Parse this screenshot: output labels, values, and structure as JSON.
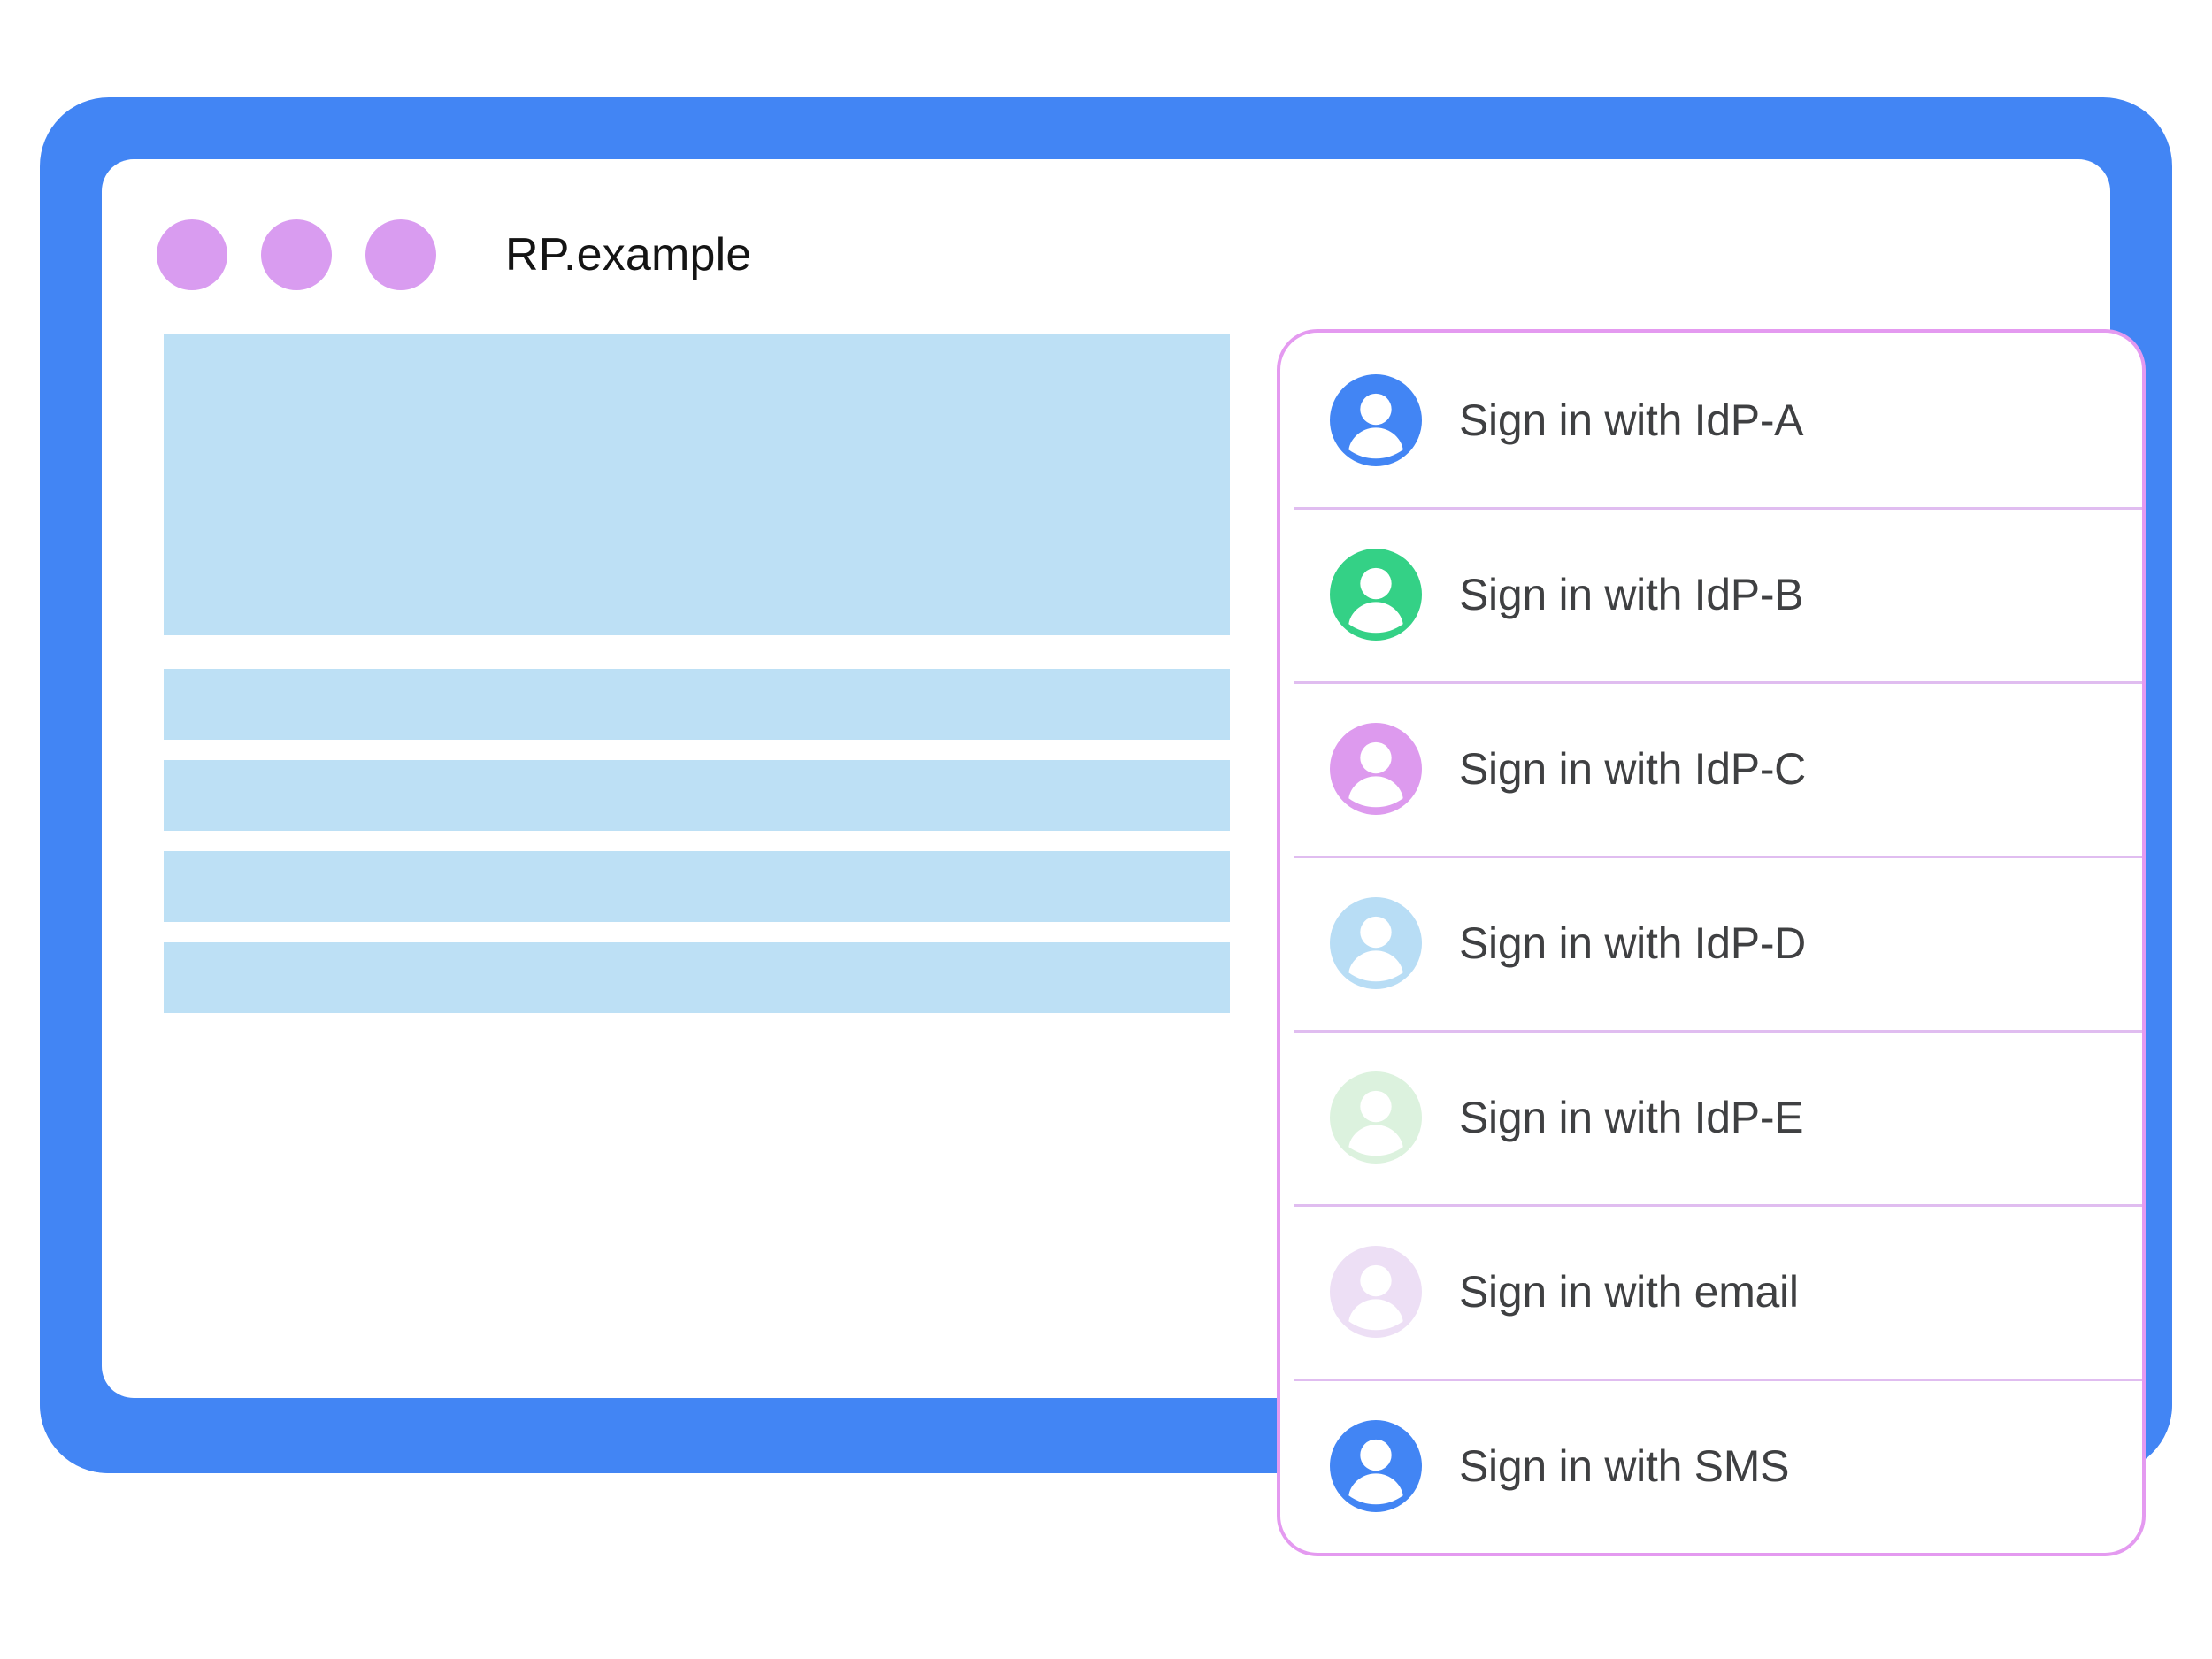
{
  "window": {
    "title": "RP.example",
    "traffic_dots": [
      "dot-1",
      "dot-2",
      "dot-3"
    ],
    "dot_color": "#d99cf0",
    "frame_color": "#4285f4"
  },
  "content": {
    "placeholder_color": "#bde0f5",
    "blocks": [
      {
        "name": "hero",
        "kind": "hero"
      },
      {
        "name": "bar-1",
        "kind": "bar"
      },
      {
        "name": "bar-2",
        "kind": "bar"
      },
      {
        "name": "bar-3",
        "kind": "bar"
      },
      {
        "name": "bar-4",
        "kind": "bar"
      }
    ]
  },
  "account_chooser": {
    "border_color": "#e49af0",
    "divider_color": "#e0bdf0",
    "label_color": "#3f4042",
    "items": [
      {
        "id": "idp-a",
        "label": "Sign in with IdP-A",
        "icon": "account-avatar-icon",
        "avatar_color": "#4285f4"
      },
      {
        "id": "idp-b",
        "label": "Sign in with IdP-B",
        "icon": "account-avatar-icon",
        "avatar_color": "#34d186"
      },
      {
        "id": "idp-c",
        "label": "Sign in with IdP-C",
        "icon": "account-avatar-icon",
        "avatar_color": "#dd9aee"
      },
      {
        "id": "idp-d",
        "label": "Sign in with IdP-D",
        "icon": "account-avatar-icon",
        "avatar_color": "#b8ddf5"
      },
      {
        "id": "idp-e",
        "label": "Sign in with IdP-E",
        "icon": "account-avatar-icon",
        "avatar_color": "#dcf2de"
      },
      {
        "id": "email",
        "label": "Sign in with email",
        "icon": "account-avatar-icon",
        "avatar_color": "#eddff5"
      },
      {
        "id": "sms",
        "label": "Sign in with SMS",
        "icon": "account-avatar-icon",
        "avatar_color": "#4285f4"
      }
    ]
  }
}
